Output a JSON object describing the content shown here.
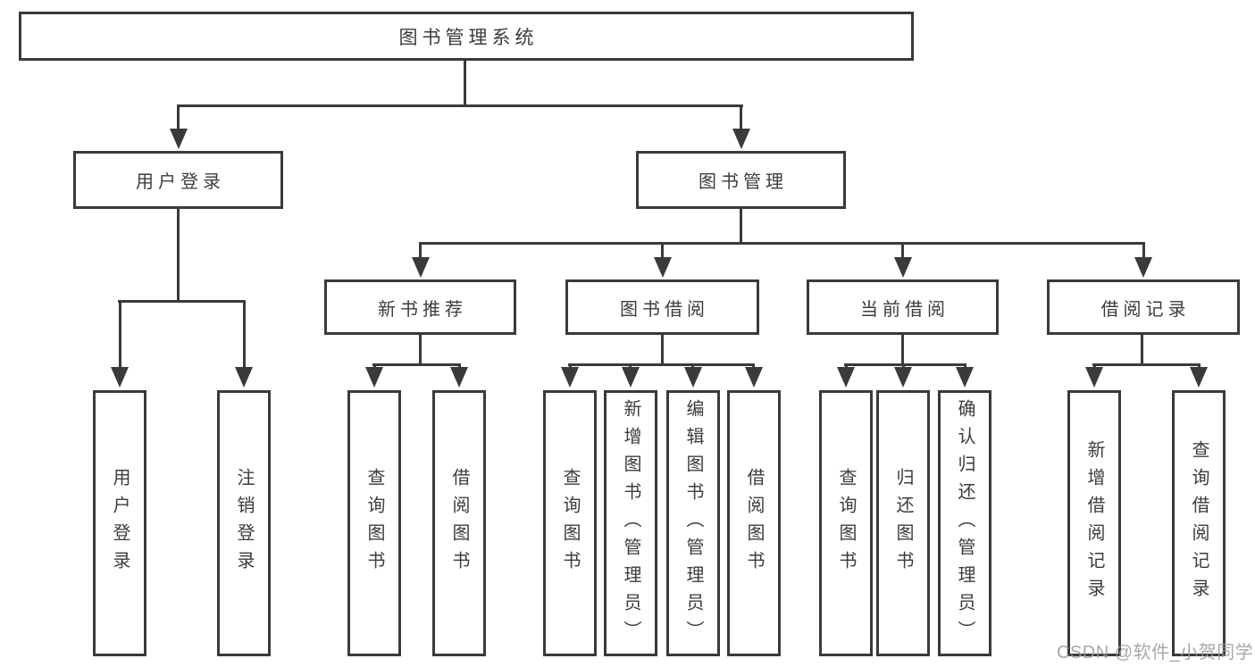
{
  "tree": {
    "root": {
      "label": "图书管理系统"
    },
    "children": [
      {
        "label": "用户登录",
        "children": [
          {
            "label": "用户登录"
          },
          {
            "label": "注销登录"
          }
        ]
      },
      {
        "label": "图书管理",
        "children": [
          {
            "label": "新书推荐",
            "children": [
              {
                "label": "查询图书"
              },
              {
                "label": "借阅图书"
              }
            ]
          },
          {
            "label": "图书借阅",
            "children": [
              {
                "label": "查询图书"
              },
              {
                "label": "新增图书（管理员）"
              },
              {
                "label": "编辑图书（管理员）"
              },
              {
                "label": "借阅图书"
              }
            ]
          },
          {
            "label": "当前借阅",
            "children": [
              {
                "label": "查询图书"
              },
              {
                "label": "归还图书"
              },
              {
                "label": "确认归还（管理员）"
              }
            ]
          },
          {
            "label": "借阅记录",
            "children": [
              {
                "label": "新增借阅记录"
              },
              {
                "label": "查询借阅记录"
              }
            ]
          }
        ]
      }
    ]
  },
  "watermark": {
    "text": "CSDN @软件_小贺同学"
  },
  "colors": {
    "line": "#3a3a3c",
    "text": "#3c3c3e",
    "background": "#ffffff",
    "watermark": "#9a9a9f"
  }
}
